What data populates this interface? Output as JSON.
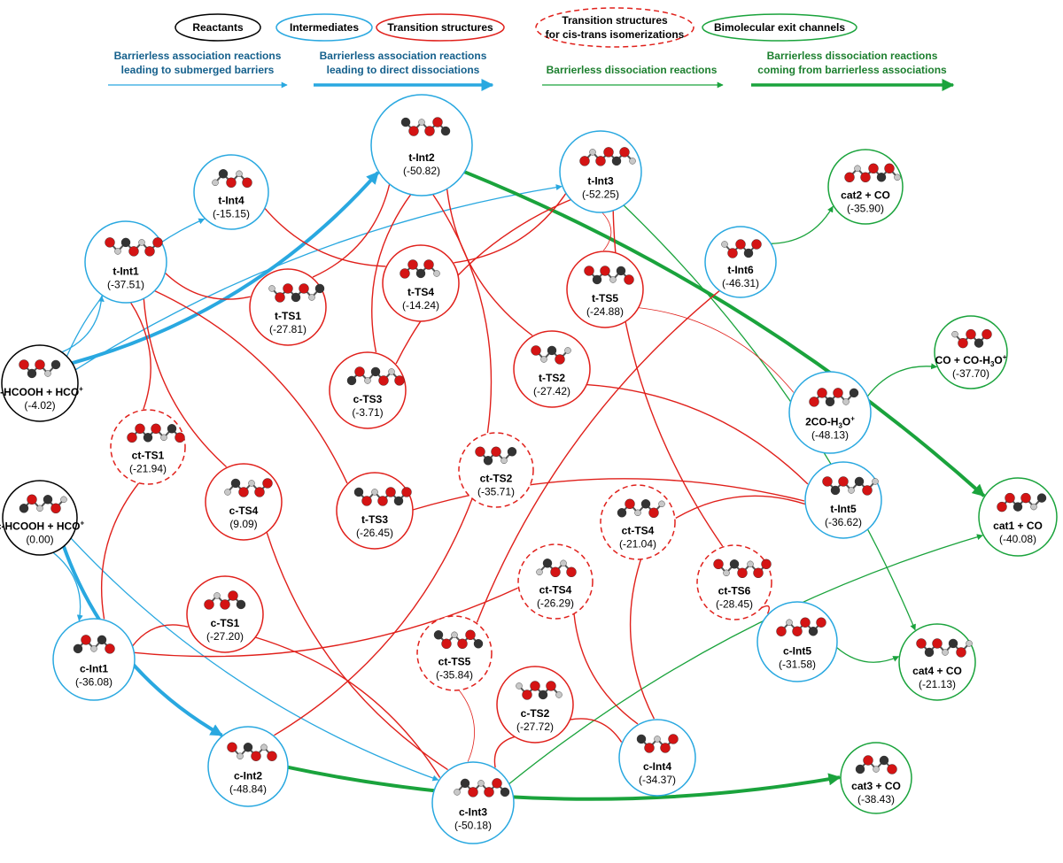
{
  "colors": {
    "reactant": "#000000",
    "intermediate": "#29a8e0",
    "transition": "#e0201b",
    "exit": "#1aa33c",
    "oxygen": "#d41414",
    "carbon": "#333333",
    "hydrogen": "#c8c8c8"
  },
  "legend": {
    "categories": [
      {
        "label": "Reactants",
        "style": "reactant"
      },
      {
        "label": "Intermediates",
        "style": "intermediate"
      },
      {
        "label": "Transition structures",
        "style": "transition"
      },
      {
        "label": "Transition structures for cis-trans isomerizations",
        "line1": "Transition structures",
        "line2": "for cis-trans isomerizations",
        "style": "transition-dashed"
      },
      {
        "label": "Bimolecular exit channels",
        "style": "exit"
      }
    ],
    "arrows": [
      {
        "line1": "Barrierless association reactions",
        "line2": "leading to submerged barriers",
        "style": "blue-thin"
      },
      {
        "line1": "Barrierless association reactions",
        "line2": "leading to direct dissociations",
        "style": "blue-thick"
      },
      {
        "line1": "Barrierless dissociation reactions",
        "line2": "",
        "style": "green-thin"
      },
      {
        "line1": "Barrierless dissociation reactions",
        "line2": "coming from barrierless associations",
        "style": "green-thick"
      }
    ]
  },
  "nodes": [
    {
      "id": "tR",
      "name": "t-HCOOH + HCO",
      "sup": "+",
      "energy": "(-4.02)",
      "kind": "reactant"
    },
    {
      "id": "cR",
      "name": "c-HCOOH + HCO",
      "sup": "+",
      "energy": "(0.00)",
      "kind": "reactant"
    },
    {
      "id": "tInt1",
      "name": "t-Int1",
      "energy": "(-37.51)",
      "kind": "intermediate"
    },
    {
      "id": "tInt4",
      "name": "t-Int4",
      "energy": "(-15.15)",
      "kind": "intermediate"
    },
    {
      "id": "tInt2",
      "name": "t-Int2",
      "energy": "(-50.82)",
      "kind": "intermediate"
    },
    {
      "id": "tInt3",
      "name": "t-Int3",
      "energy": "(-52.25)",
      "kind": "intermediate"
    },
    {
      "id": "tInt6",
      "name": "t-Int6",
      "energy": "(-46.31)",
      "kind": "intermediate"
    },
    {
      "id": "h3o",
      "name": "2CO-H",
      "sub": "3",
      "name2": "O",
      "sup": "+",
      "energy": "(-48.13)",
      "kind": "intermediate"
    },
    {
      "id": "tInt5",
      "name": "t-Int5",
      "energy": "(-36.62)",
      "kind": "intermediate"
    },
    {
      "id": "cInt1",
      "name": "c-Int1",
      "energy": "(-36.08)",
      "kind": "intermediate"
    },
    {
      "id": "cInt2",
      "name": "c-Int2",
      "energy": "(-48.84)",
      "kind": "intermediate"
    },
    {
      "id": "cInt3",
      "name": "c-Int3",
      "energy": "(-50.18)",
      "kind": "intermediate"
    },
    {
      "id": "cInt4",
      "name": "c-Int4",
      "energy": "(-34.37)",
      "kind": "intermediate"
    },
    {
      "id": "cInt5",
      "name": "c-Int5",
      "energy": "(-31.58)",
      "kind": "intermediate"
    },
    {
      "id": "tTS1",
      "name": "t-TS1",
      "energy": "(-27.81)",
      "kind": "transition"
    },
    {
      "id": "tTS4",
      "name": "t-TS4",
      "energy": "(-14.24)",
      "kind": "transition"
    },
    {
      "id": "tTS5",
      "name": "t-TS5",
      "energy": "(-24.88)",
      "kind": "transition"
    },
    {
      "id": "cTS3",
      "name": "c-TS3",
      "energy": "(-3.71)",
      "kind": "transition"
    },
    {
      "id": "tTS2",
      "name": "t-TS2",
      "energy": "(-27.42)",
      "kind": "transition"
    },
    {
      "id": "cTS4",
      "name": "c-TS4",
      "energy": "(9.09)",
      "kind": "transition"
    },
    {
      "id": "tTS3",
      "name": "t-TS3",
      "energy": "(-26.45)",
      "kind": "transition"
    },
    {
      "id": "cTS1",
      "name": "c-TS1",
      "energy": "(-27.20)",
      "kind": "transition"
    },
    {
      "id": "cTS2",
      "name": "c-TS2",
      "energy": "(-27.72)",
      "kind": "transition"
    },
    {
      "id": "ctTS1",
      "name": "ct-TS1",
      "energy": "(-21.94)",
      "kind": "cis-trans"
    },
    {
      "id": "ctTS2",
      "name": "ct-TS2",
      "energy": "(-35.71)",
      "kind": "cis-trans"
    },
    {
      "id": "ctTS4a",
      "name": "ct-TS4",
      "energy": "(-21.04)",
      "kind": "cis-trans"
    },
    {
      "id": "ctTS6",
      "name": "ct-TS6",
      "energy": "(-28.45)",
      "kind": "cis-trans"
    },
    {
      "id": "ctTS4b",
      "name": "ct-TS4",
      "energy": "(-26.29)",
      "kind": "cis-trans"
    },
    {
      "id": "ctTS5",
      "name": "ct-TS5",
      "energy": "(-35.84)",
      "kind": "cis-trans"
    },
    {
      "id": "cat2",
      "name": "cat2 + CO",
      "energy": "(-35.90)",
      "kind": "exit"
    },
    {
      "id": "coh3o",
      "name": "CO + CO-H",
      "sub": "3",
      "name2": "O",
      "sup": "+",
      "energy": "(-37.70)",
      "kind": "exit"
    },
    {
      "id": "cat1",
      "name": "cat1 + CO",
      "energy": "(-40.08)",
      "kind": "exit"
    },
    {
      "id": "cat4",
      "name": "cat4 + CO",
      "energy": "(-21.13)",
      "kind": "exit"
    },
    {
      "id": "cat3",
      "name": "cat3 + CO",
      "energy": "(-38.43)",
      "kind": "exit"
    }
  ],
  "edges": [
    {
      "from": "tR",
      "to": "tInt2",
      "type": "blue-thick"
    },
    {
      "from": "tR",
      "to": "tInt4",
      "type": "blue"
    },
    {
      "from": "tR",
      "to": "tInt1",
      "type": "blue"
    },
    {
      "from": "tR",
      "to": "tInt3",
      "type": "blue"
    },
    {
      "from": "cR",
      "to": "cInt2",
      "type": "blue-thick"
    },
    {
      "from": "cR",
      "to": "cInt1",
      "type": "blue"
    },
    {
      "from": "cR",
      "to": "cInt3",
      "type": "blue"
    },
    {
      "from": "tInt2",
      "to": "cat1",
      "type": "green-thick"
    },
    {
      "from": "cInt2",
      "to": "cat3",
      "type": "green-thick"
    },
    {
      "from": "tInt3",
      "to": "cat4",
      "type": "green"
    },
    {
      "from": "tInt6",
      "to": "cat2",
      "type": "green"
    },
    {
      "from": "h3o",
      "to": "coh3o",
      "type": "green"
    },
    {
      "from": "cInt5",
      "to": "cat4",
      "type": "green"
    },
    {
      "from": "cInt3",
      "to": "cat1",
      "type": "green"
    },
    {
      "from": "tInt1",
      "to": "tTS1",
      "type": "red"
    },
    {
      "from": "tInt1",
      "to": "ctTS1",
      "type": "red"
    },
    {
      "from": "tInt1",
      "to": "cTS4",
      "type": "red"
    },
    {
      "from": "tInt1",
      "to": "tTS3",
      "type": "red"
    },
    {
      "from": "tInt4",
      "to": "tTS4",
      "type": "red"
    },
    {
      "from": "tInt2",
      "to": "tTS1",
      "type": "red"
    },
    {
      "from": "tInt2",
      "to": "cTS3",
      "type": "red"
    },
    {
      "from": "tInt2",
      "to": "ctTS2",
      "type": "red"
    },
    {
      "from": "tInt2",
      "to": "tTS2",
      "type": "red"
    },
    {
      "from": "tInt3",
      "to": "tTS4",
      "type": "red"
    },
    {
      "from": "tInt3",
      "to": "cTS3",
      "type": "red"
    },
    {
      "from": "tInt3",
      "to": "tTS5",
      "type": "red-thin"
    },
    {
      "from": "tInt3",
      "to": "ctTS6",
      "type": "red"
    },
    {
      "from": "tTS5",
      "to": "h3o",
      "type": "red-thin"
    },
    {
      "from": "tInt6",
      "to": "ctTS5",
      "type": "red"
    },
    {
      "from": "tTS2",
      "to": "tInt5",
      "type": "red"
    },
    {
      "from": "tInt5",
      "to": "ctTS4a",
      "type": "red"
    },
    {
      "from": "tTS3",
      "to": "tInt5",
      "type": "red"
    },
    {
      "from": "ctTS4a",
      "to": "cInt4",
      "type": "red"
    },
    {
      "from": "ctTS6",
      "to": "cInt5",
      "type": "red"
    },
    {
      "from": "ctTS1",
      "to": "cInt1",
      "type": "red"
    },
    {
      "from": "cInt1",
      "to": "cTS1",
      "type": "red"
    },
    {
      "from": "cInt1",
      "to": "ctTS4b",
      "type": "red"
    },
    {
      "from": "cTS1",
      "to": "cInt3",
      "type": "red"
    },
    {
      "from": "cTS4",
      "to": "cInt3",
      "type": "red"
    },
    {
      "from": "ctTS2",
      "to": "cInt2",
      "type": "red"
    },
    {
      "from": "ctTS4b",
      "to": "cInt4",
      "type": "red"
    },
    {
      "from": "ctTS5",
      "to": "cInt3",
      "type": "red-thin"
    },
    {
      "from": "cTS2",
      "to": "cInt3",
      "type": "red"
    },
    {
      "from": "cTS2",
      "to": "cInt4",
      "type": "red"
    }
  ]
}
